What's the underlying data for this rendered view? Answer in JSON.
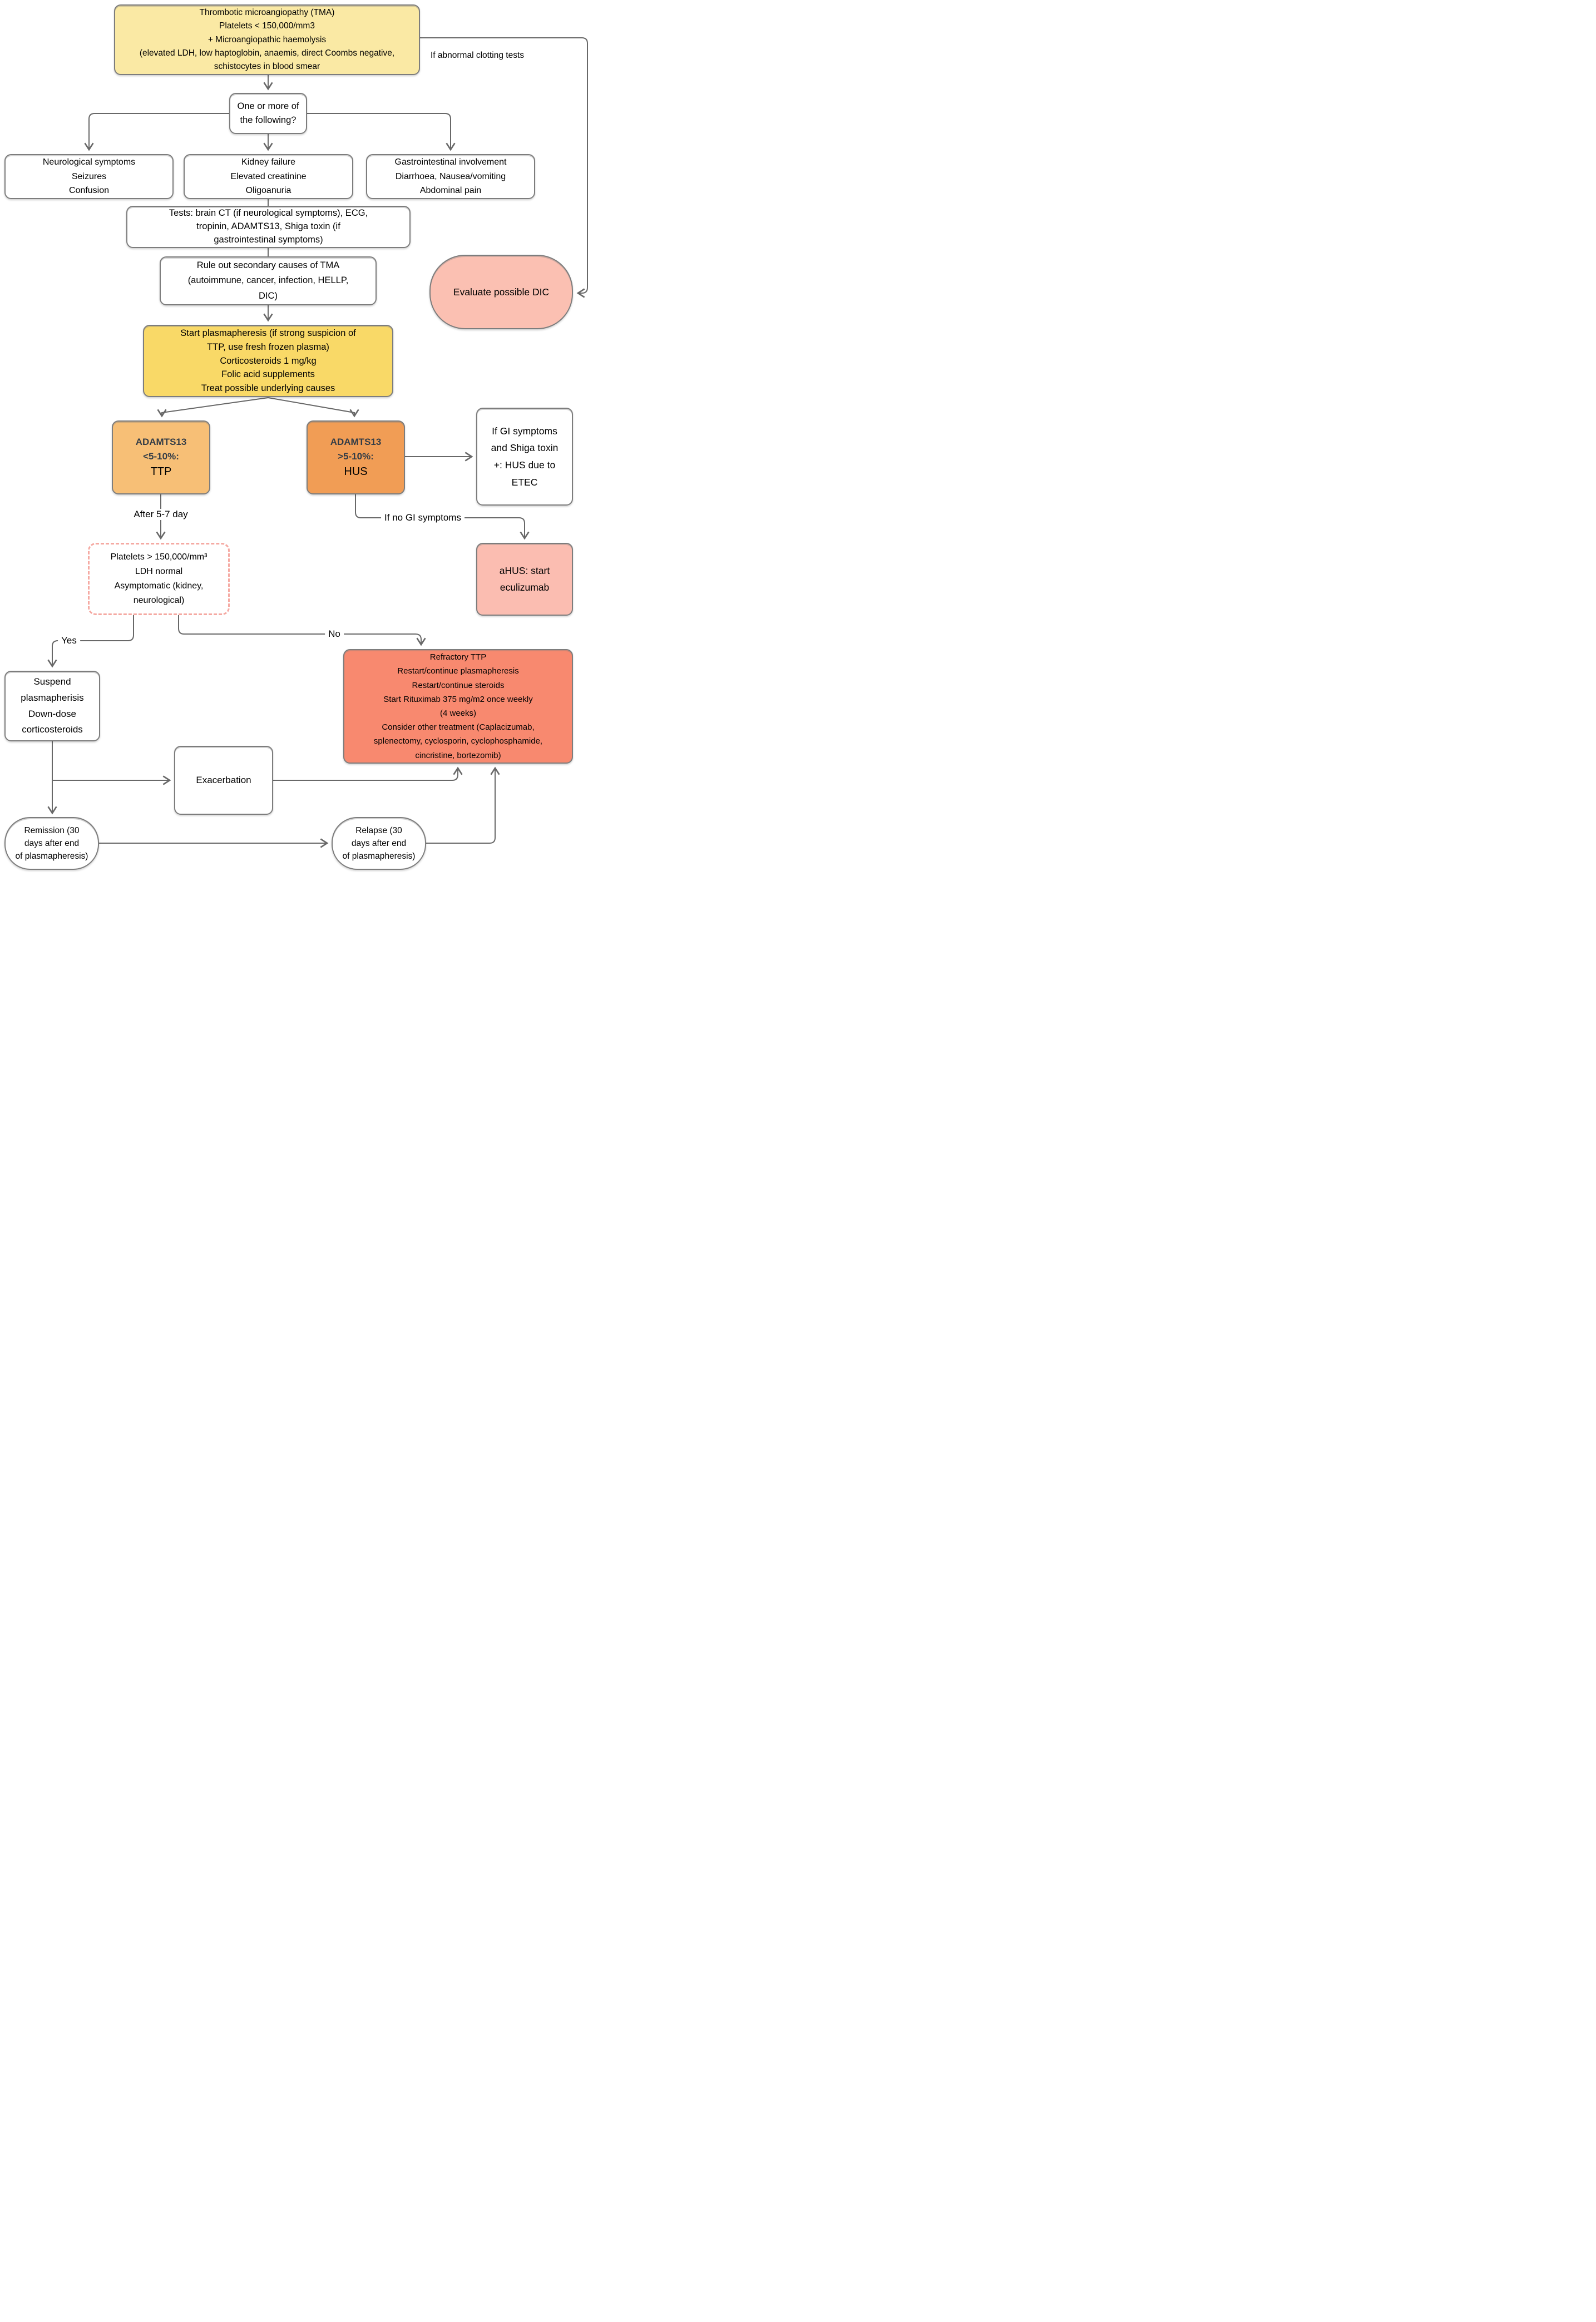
{
  "flowchart": {
    "nodes": {
      "tma": {
        "fill": "#fae9a4",
        "lines": [
          "Thrombotic microangiopathy (TMA)",
          "Platelets < 150,000/mm3",
          "+ Microangiopathic haemolysis",
          "(elevated LDH, low haptoglobin, anaemis, direct Coombs negative,",
          "schistocytes in blood smear"
        ]
      },
      "one_or_more": {
        "fill": "#ffffff",
        "lines": [
          "One or more of",
          "the following?"
        ]
      },
      "neuro": {
        "fill": "#ffffff",
        "lines": [
          "Neurological symptoms",
          "Seizures",
          "Confusion"
        ]
      },
      "kidney": {
        "fill": "#ffffff",
        "lines": [
          "Kidney failure",
          "Elevated creatinine",
          "Oligoanuria"
        ]
      },
      "gastro": {
        "fill": "#ffffff",
        "lines": [
          "Gastrointestinal involvement",
          "Diarrhoea, Nausea/vomiting",
          "Abdominal pain"
        ]
      },
      "tests": {
        "fill": "#ffffff",
        "lines": [
          "Tests: brain CT (if neurological symptoms), ECG,",
          "tropinin, ADAMTS13, Shiga toxin (if",
          "gastrointestinal symptoms)"
        ]
      },
      "ruleout": {
        "fill": "#ffffff",
        "lines": [
          "Rule out secondary causes of TMA",
          "(autoimmune, cancer, infection, HELLP,",
          "DIC)"
        ]
      },
      "dic": {
        "fill": "#fbc0b2",
        "lines": [
          "Evaluate possible DIC"
        ]
      },
      "plasma": {
        "fill": "#f9d967",
        "lines": [
          "Start plasmapheresis (if strong suspicion of",
          "TTP, use fresh frozen plasma)",
          "Corticosteroids 1 mg/kg",
          "Folic acid supplements",
          "Treat possible underlying causes"
        ]
      },
      "ttp": {
        "fill": "#f7bf76",
        "lines": [
          "ADAMTS13",
          "<5-10%:",
          "TTP"
        ]
      },
      "hus": {
        "fill": "#f19d55",
        "lines": [
          "ADAMTS13",
          ">5-10%:",
          "HUS"
        ]
      },
      "etec": {
        "fill": "#ffffff",
        "lines": [
          "If GI symptoms",
          "and Shiga toxin",
          "+: HUS due to",
          "ETEC"
        ]
      },
      "dashed": {
        "fill": "#ffffff",
        "border": "#f5a9a2",
        "lines": [
          "Platelets > 150,000/mm³",
          "LDH normal",
          "Asymptomatic (kidney,",
          "neurological)"
        ]
      },
      "ahus": {
        "fill": "#fbbdb1",
        "lines": [
          "aHUS: start",
          "eculizumab"
        ]
      },
      "refractory": {
        "fill": "#f8896f",
        "lines": [
          "Refractory TTP",
          "Restart/continue plasmapheresis",
          "Restart/continue steroids",
          "Start Rituximab 375 mg/m2 once weekly",
          "(4 weeks)",
          "Consider other treatment (Caplacizumab,",
          "splenectomy, cyclosporin, cyclophosphamide,",
          "cincristine, bortezomib)"
        ]
      },
      "suspend": {
        "fill": "#ffffff",
        "lines": [
          "Suspend",
          "plasmapherisis",
          "Down-dose",
          "corticosteroids"
        ]
      },
      "exacerbation": {
        "fill": "#ffffff",
        "lines": [
          "Exacerbation"
        ]
      },
      "remission": {
        "fill": "#ffffff",
        "lines": [
          "Remission (30",
          "days after end",
          "of plasmapheresis)"
        ]
      },
      "relapse": {
        "fill": "#ffffff",
        "lines": [
          "Relapse (30",
          "days after end",
          "of plasmapheresis)"
        ]
      }
    },
    "edge_labels": {
      "abnormal": "If abnormal clotting tests",
      "after": "After 5-7 day",
      "no_gi": "If no GI symptoms",
      "yes": "Yes",
      "no": "No"
    },
    "colors": {
      "line": "#686868",
      "node_border": "#7d7d7d",
      "yellow_light": "#fae9a4",
      "gold": "#f9d967",
      "orange_light": "#f7bf76",
      "orange": "#f19d55",
      "pink": "#fbc0b2",
      "pink_light": "#fbbdb1",
      "salmon": "#f8896f",
      "dashed_border": "#f5a9a2",
      "bold_text": "#333c46"
    }
  }
}
